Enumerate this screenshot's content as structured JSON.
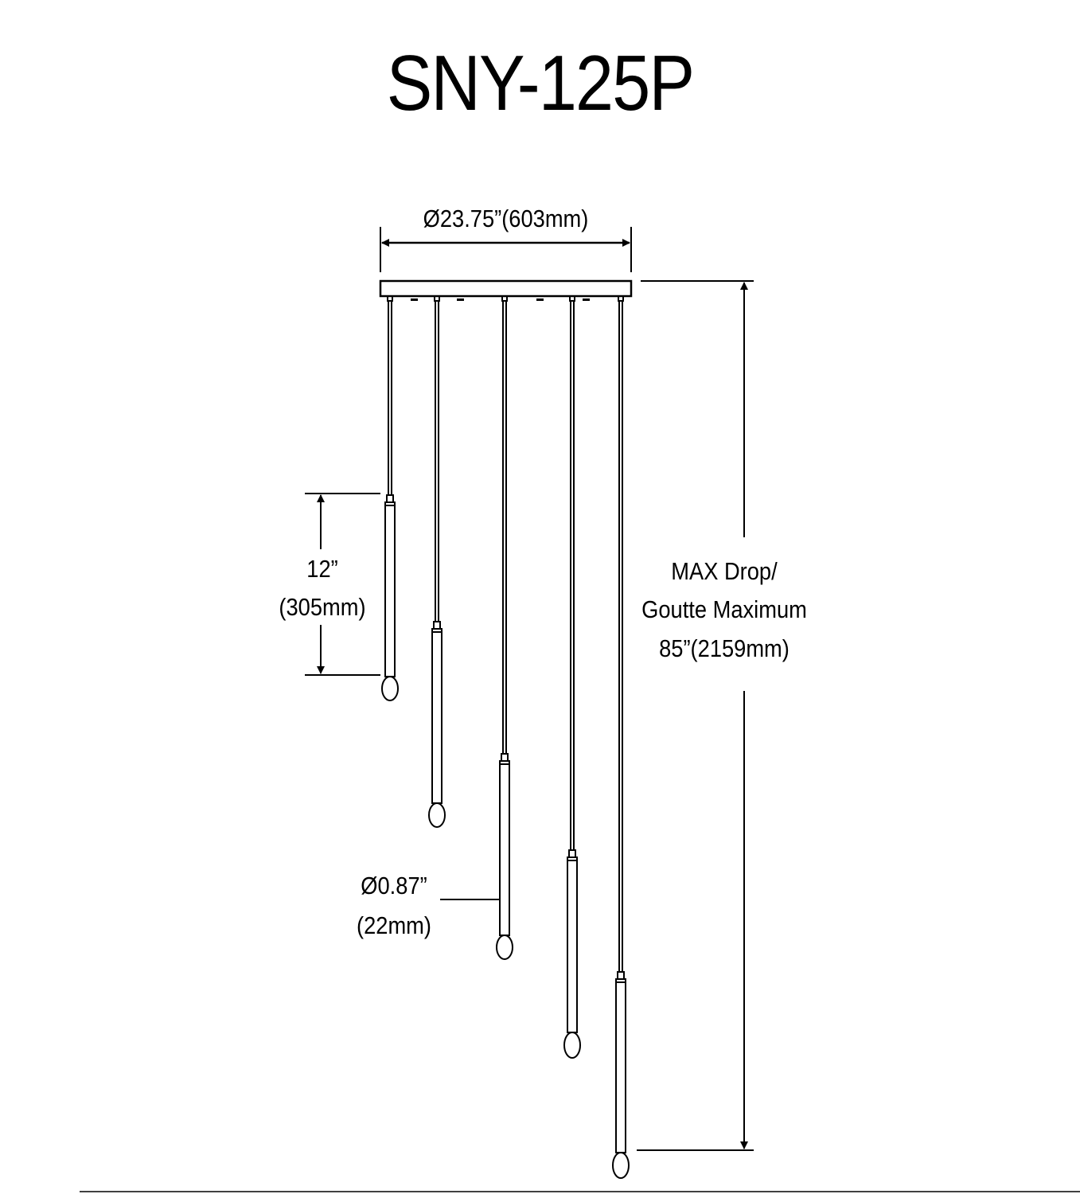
{
  "title": "SNY-125P",
  "dimensions": {
    "canopy_width": "Ø23.75”(603mm)",
    "tube_length_in": "12”",
    "tube_length_mm": "(305mm)",
    "tube_diameter_in": "Ø0.87”",
    "tube_diameter_mm": "(22mm)",
    "max_drop_line1": "MAX Drop/",
    "max_drop_line2": "Goutte Maximum",
    "max_drop_line3": "85”(2159mm)"
  },
  "colors": {
    "line": "#000000",
    "background": "#ffffff"
  }
}
